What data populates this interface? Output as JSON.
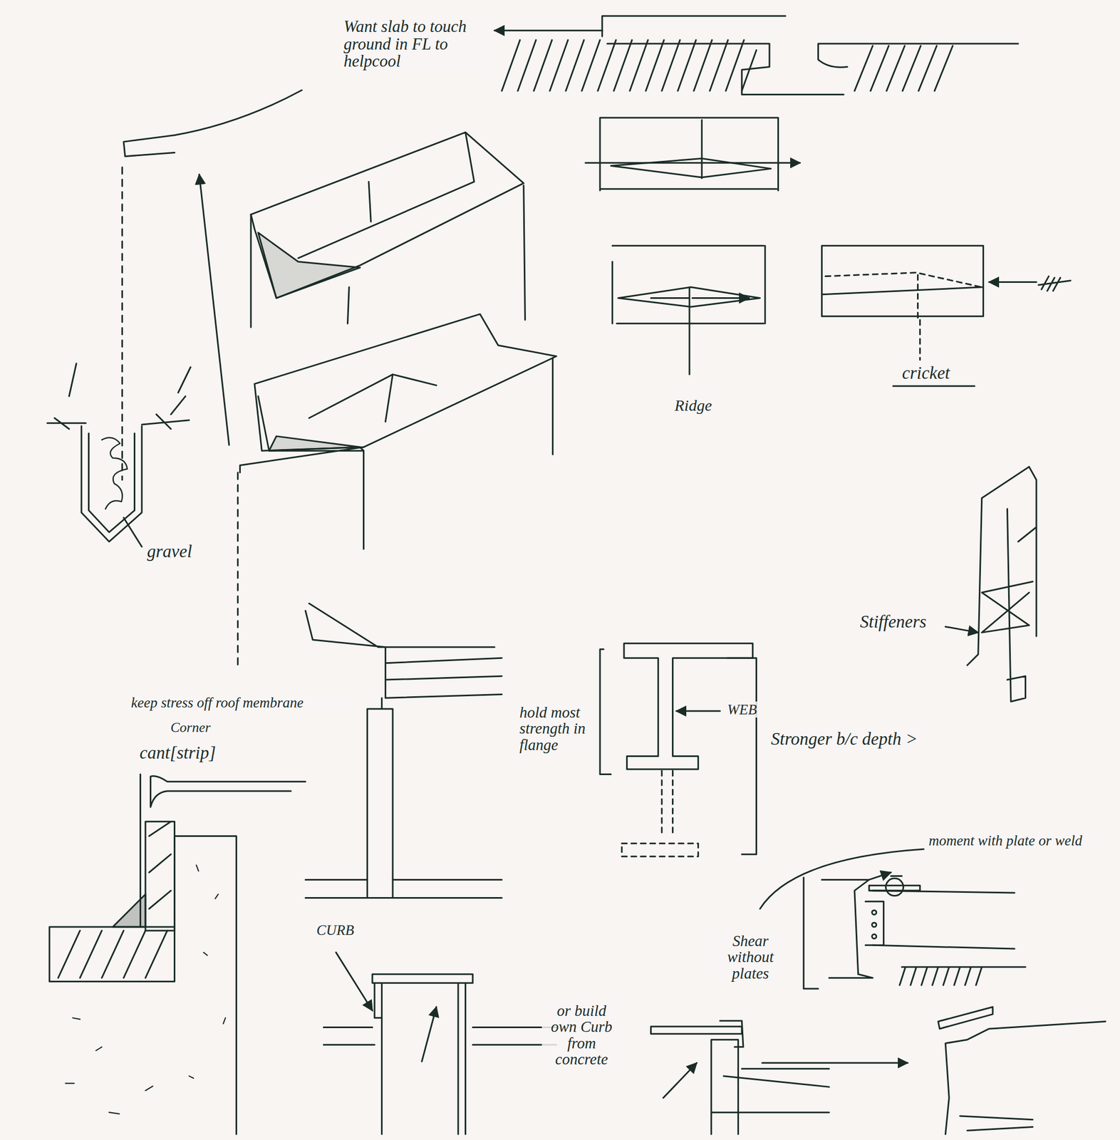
{
  "diagram": {
    "labels": [
      "Want slab to touch ground in FL to helpcool",
      "gravel",
      "Ridge",
      "cricket",
      "Stiffeners",
      "keep stress off roof membrane",
      "Corner",
      "cant[strip]",
      "hold most strength in flange",
      "WEB",
      "Stronger b/c depth >",
      "moment with plate or weld",
      "Shear without plates",
      "CURB",
      "or build own Curb from concrete"
    ]
  }
}
